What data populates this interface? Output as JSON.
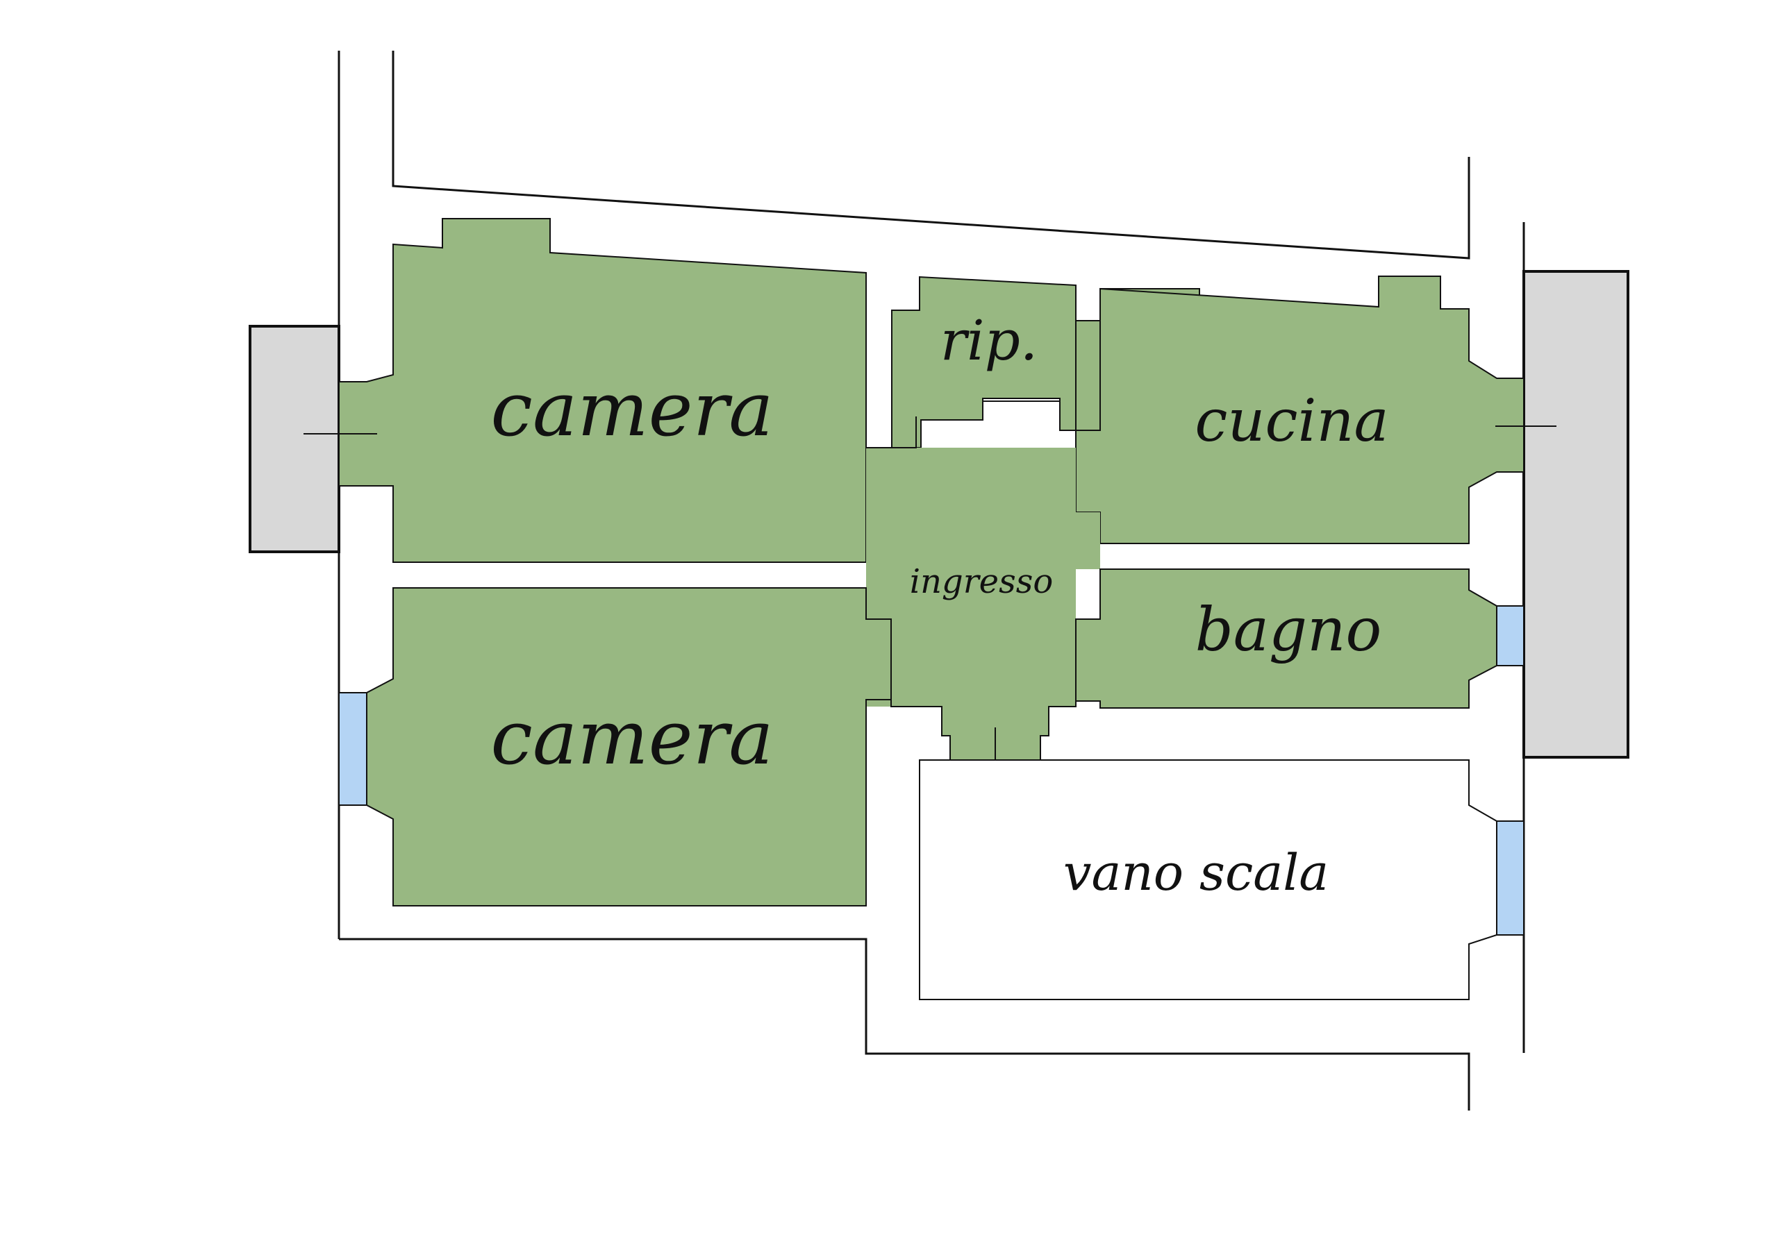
{
  "plan": {
    "rooms": {
      "camera_top": "camera",
      "rip": "rip.",
      "cucina": "cucina",
      "ingresso": "ingresso",
      "bagno": "bagno",
      "camera_bottom": "camera",
      "vano_scala": "vano scala"
    },
    "colors": {
      "room_fill": "#98b882",
      "balcony_fill": "#d8d8d8",
      "window_fill": "#b4d4f4",
      "wall_line": "#111111",
      "background": "#ffffff"
    }
  }
}
